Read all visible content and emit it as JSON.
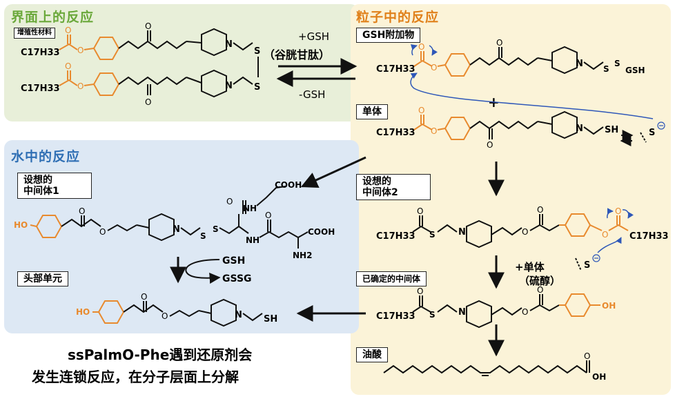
{
  "panels": {
    "interface_title": "界面上的反应",
    "particle_title": "粒子中的反应",
    "water_title": "水中的反应"
  },
  "labels": {
    "enhancer": "增殖性材料",
    "plus_gsh": "+GSH",
    "glutathione": "（谷胱甘肽）",
    "minus_gsh": "-GSH",
    "gsh_adduct": "GSH附加物",
    "plus": "+",
    "monomer": "单体",
    "intermediate1": "设想的\n中间体1",
    "intermediate2": "设想的\n中间体2",
    "head_unit": "头部单元",
    "confirmed_intermediate": "已确定的中间体",
    "plus_monomer": "+单体",
    "thiol": "（硫醇）",
    "oleic_acid": "油酸",
    "gsh": "GSH",
    "gssg": "GSSG"
  },
  "chem": {
    "c17h33": "C17H33",
    "n": "N",
    "s": "S",
    "sh": "SH",
    "ssgsh": "GSH",
    "oh": "OH",
    "ho": "HO",
    "cooh": "COOH",
    "nh": "NH",
    "nh2": "NH2",
    "o": "O"
  },
  "caption": {
    "line1": "ssPalmO-Phe遇到还原剂会",
    "line2": "发生连锁反应，在分子层面上分解"
  },
  "colors": {
    "interface": "#6aa83a",
    "particle": "#e0801a",
    "water": "#2f6fb4",
    "orange_bond": "#e88a2e",
    "blue_arrow": "#2e57b8",
    "panel_green": "#e8efd9",
    "panel_yellow": "#fbf3d8",
    "panel_blue": "#dde8f4"
  }
}
